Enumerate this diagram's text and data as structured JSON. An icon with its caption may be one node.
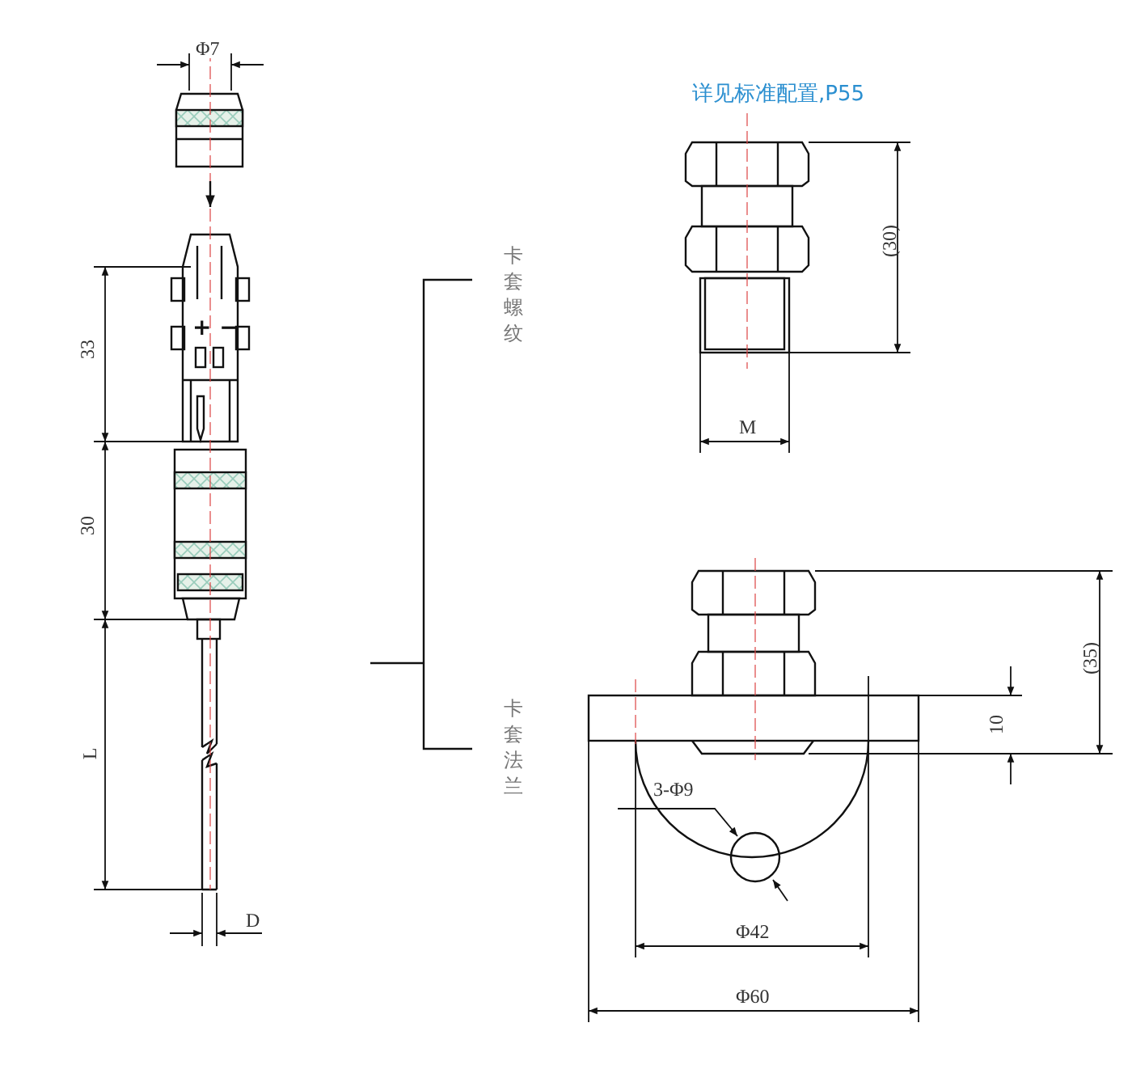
{
  "diagram": {
    "labels": [
      "Φ7",
      "详见标准配置,P55",
      "(30)",
      "卡套螺纹",
      "33",
      "M",
      "30",
      "(35)",
      "10",
      "卡套法兰",
      "3-Φ9",
      "L",
      "Φ42",
      "D",
      "Φ60",
      "+ −"
    ]
  }
}
